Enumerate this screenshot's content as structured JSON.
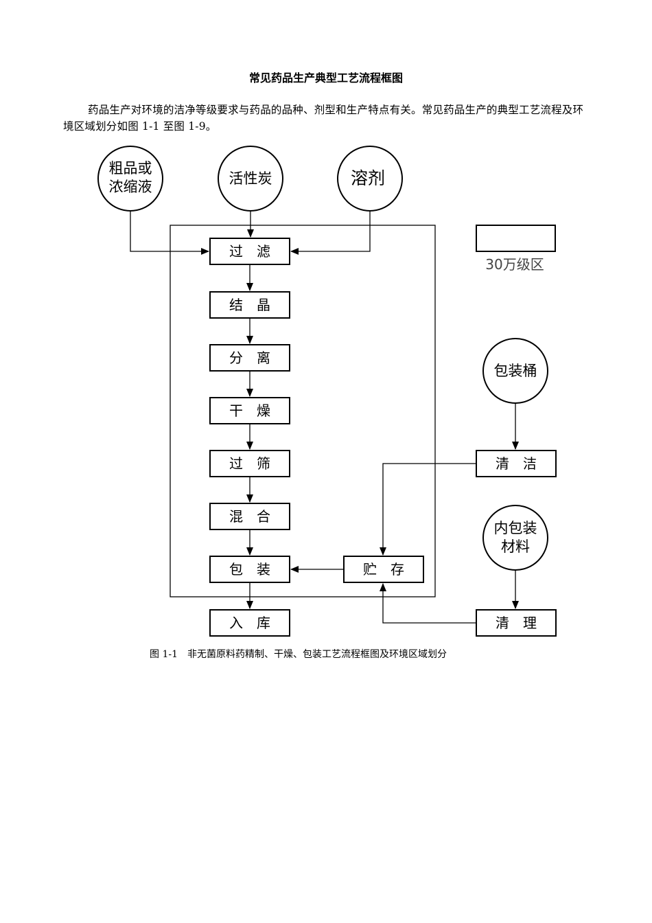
{
  "document": {
    "title": "常见药品生产典型工艺流程框图",
    "intro": "药品生产对环境的洁净等级要求与药品的品种、剂型和生产特点有关。常见药品生产的典型工艺流程及环境区域划分如图 1-1 至图 1-9。",
    "caption": "图 1-1　非无菌原料药精制、干燥、包装工艺流程框图及环境区域划分"
  },
  "diagram": {
    "inputs": {
      "crude_line1": "粗品或",
      "crude_line2": "浓缩液",
      "carbon": "活性炭",
      "solvent": "溶剂",
      "drum": "包装桶",
      "inner_line1": "内包装",
      "inner_line2": "材料"
    },
    "steps": {
      "filter": "过　滤",
      "crystallize": "结　晶",
      "separate": "分　离",
      "dry": "干　燥",
      "sieve": "过　筛",
      "mix": "混　合",
      "pack": "包　装",
      "warehouse": "入　库",
      "store": "贮　存",
      "clean": "清　洁",
      "tidy": "清　理"
    },
    "legend": {
      "label": "30万级区"
    }
  }
}
